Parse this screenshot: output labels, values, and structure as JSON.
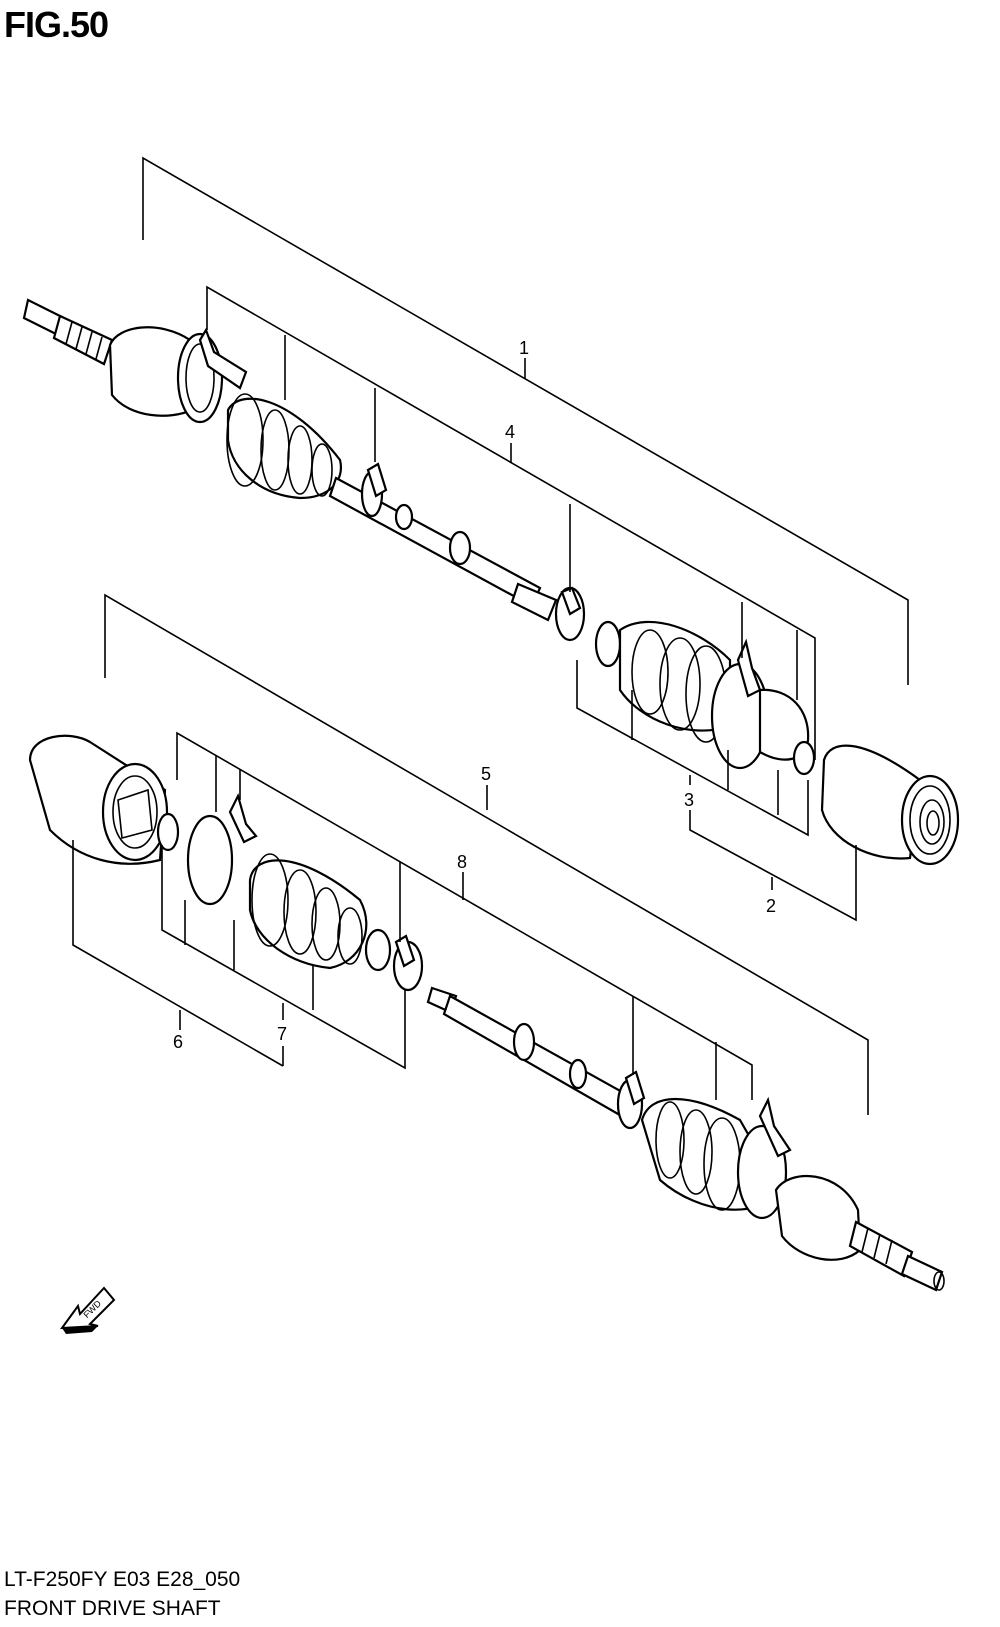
{
  "figure": {
    "title": "FIG.50",
    "model_code": "LT-F250FY E03 E28_050",
    "section_name": "FRONT DRIVE SHAFT"
  },
  "callouts": [
    "1",
    "2",
    "3",
    "4",
    "5",
    "6",
    "7",
    "8"
  ],
  "fwd_arrow_label": "FWD"
}
